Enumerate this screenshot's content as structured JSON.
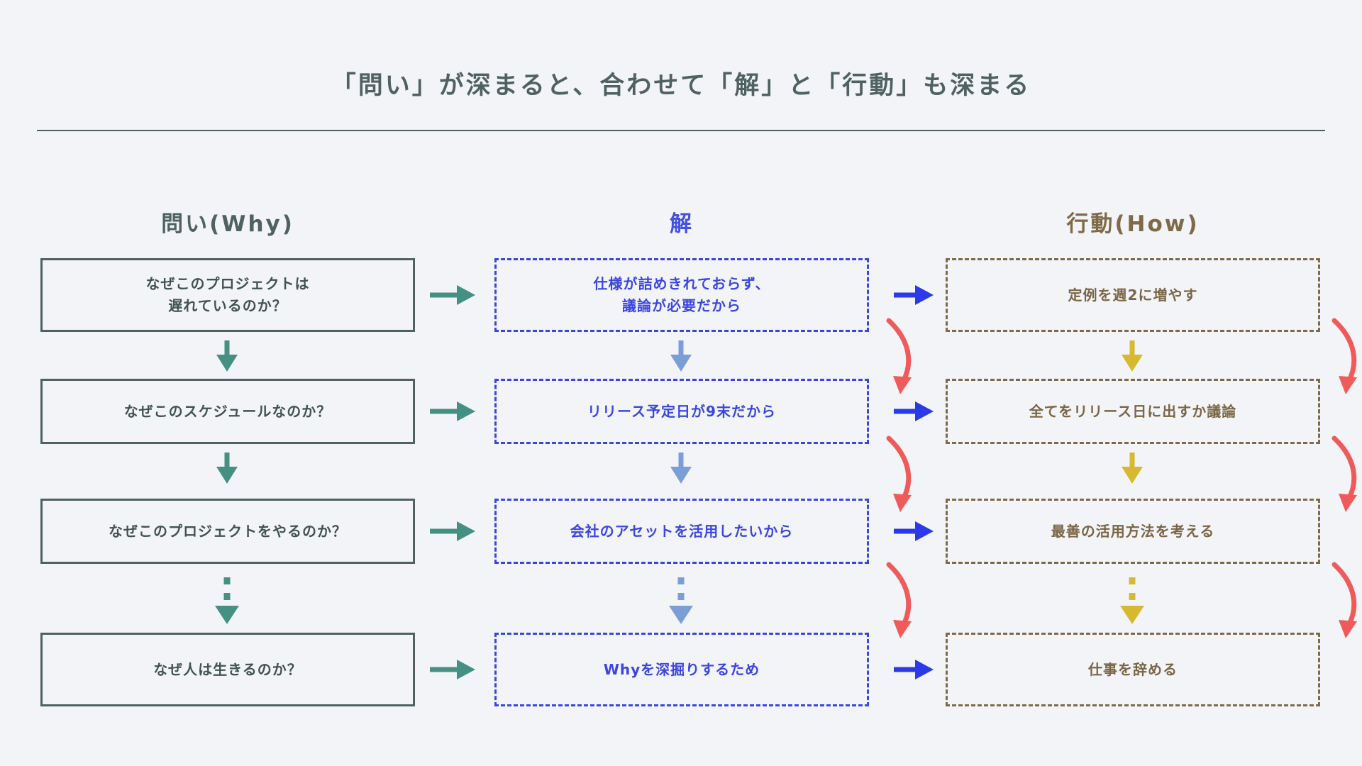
{
  "title": "「問い」が深まると、合わせて「解」と「行動」も深まる",
  "columns": [
    {
      "key": "why",
      "label": "問い(Why)",
      "color": "#4f6160"
    },
    {
      "key": "answer",
      "label": "解",
      "color": "#4450e0"
    },
    {
      "key": "how",
      "label": "行動(How)",
      "color": "#7f6a47"
    }
  ],
  "rows": [
    {
      "why": "なぜこのプロジェクトは\n遅れているのか？",
      "answer": "仕様が詰めきれておらず、\n議論が必要だから",
      "how": "定例を週2に増やす"
    },
    {
      "why": "なぜこのスケジュールなのか？",
      "answer": "リリース予定日が9末だから",
      "how": "全てをリリース日に出すか議論"
    },
    {
      "why": "なぜこのプロジェクトをやるのか？",
      "answer": "会社のアセットを活用したいから",
      "how": "最善の活用方法を考える"
    },
    {
      "why": "なぜ人は生きるのか？",
      "answer": "Whyを深掘りするため",
      "how": "仕事を辞める"
    }
  ],
  "arrows": {
    "why_to_answer": "arrow-right-icon",
    "answer_to_how": "arrow-right-icon",
    "why_down": "arrow-down-icon",
    "answer_down": "arrow-down-icon",
    "how_down": "arrow-down-icon",
    "deepen_curve": "curved-arrow-down-icon"
  },
  "colors": {
    "background": "#f2f4f8",
    "why_border": "#4f6160",
    "why_arrow": "#449183",
    "answer_border": "#3b46e0",
    "answer_arrow": "#7b9ed6",
    "how_border": "#7f6a47",
    "how_arrow": "#d8b82f",
    "curve_arrow": "#ef5a5a"
  }
}
